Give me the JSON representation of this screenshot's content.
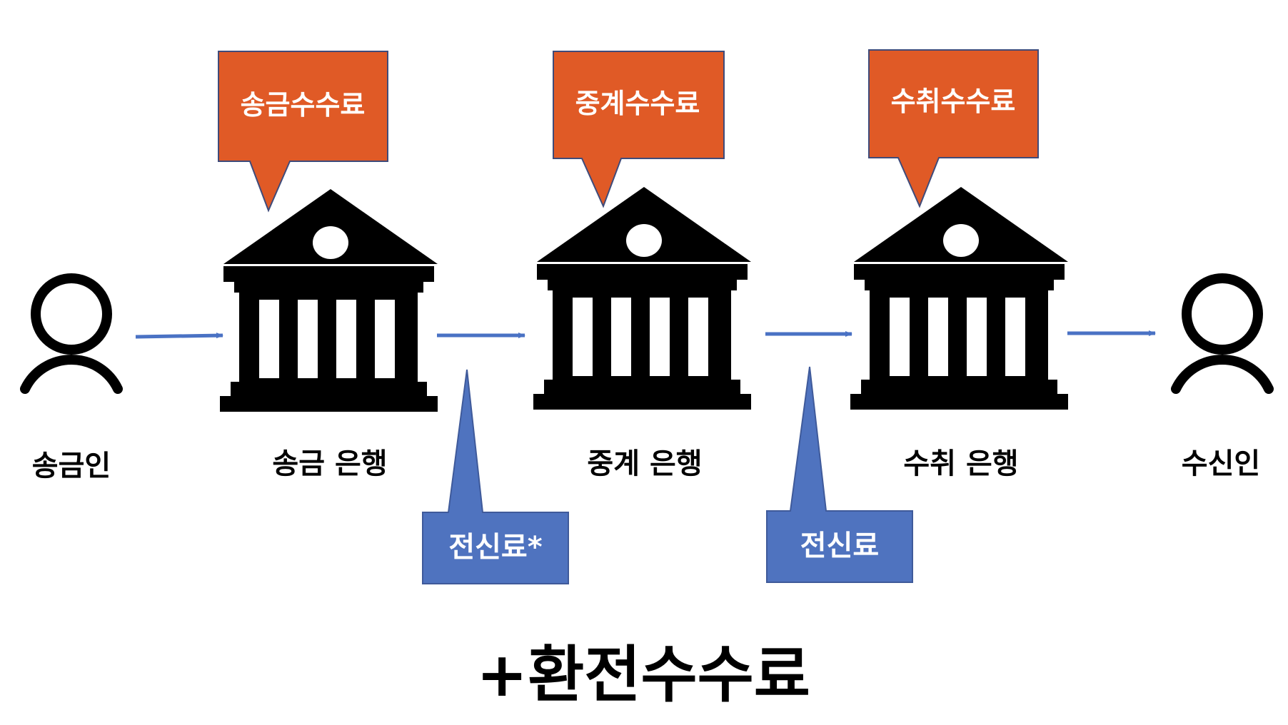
{
  "colors": {
    "callout_orange": "#e05a26",
    "callout_blue": "#4f73bf",
    "arrow": "#4a72c4",
    "icon": "#000000"
  },
  "icons": {
    "person": "person-icon",
    "bank": "bank-building-icon"
  },
  "nodes": {
    "sender": "송금인",
    "sending_bank": "송금 은행",
    "intermediary_bank": "중계 은행",
    "receiving_bank": "수취 은행",
    "recipient": "수신인"
  },
  "bank_fees": {
    "sending": "송금수수료",
    "intermediary": "중계수수료",
    "receiving": "수취수수료"
  },
  "cable_fees": {
    "first": "전신료*",
    "second": "전신료"
  },
  "footer": "+환전수수료"
}
